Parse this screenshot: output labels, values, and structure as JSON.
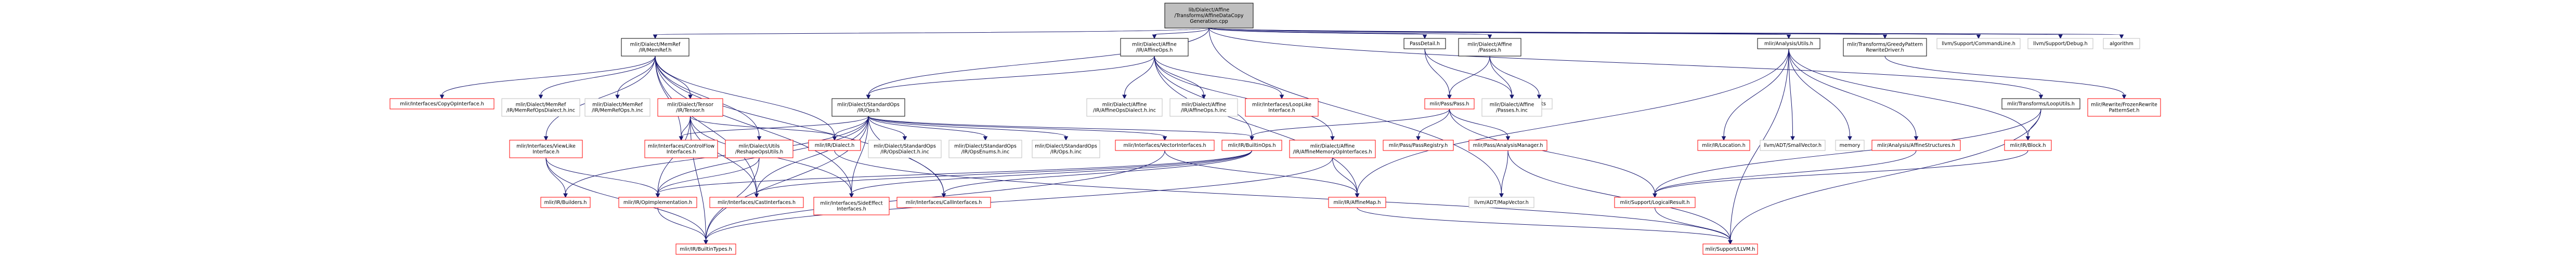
{
  "graph": {
    "nodes": [
      {
        "id": "root",
        "style": "root",
        "lines": [
          "lib/Dialect/Affine",
          "/Transforms/AffineDataCopy",
          "Generation.cpp"
        ]
      },
      {
        "id": "memref",
        "style": "black",
        "lines": [
          "mlir/Dialect/MemRef",
          "/IR/MemRef.h"
        ]
      },
      {
        "id": "affineops",
        "style": "black",
        "lines": [
          "mlir/Dialect/Affine",
          "/IR/AffineOps.h"
        ]
      },
      {
        "id": "passdetail",
        "style": "black",
        "lines": [
          "PassDetail.h"
        ]
      },
      {
        "id": "affinepasses",
        "style": "black",
        "lines": [
          "mlir/Dialect/Affine",
          "/Passes.h"
        ]
      },
      {
        "id": "analysisutils",
        "style": "black",
        "lines": [
          "mlir/Analysis/Utils.h"
        ]
      },
      {
        "id": "greedy",
        "style": "black",
        "lines": [
          "mlir/Transforms/GreedyPattern",
          "RewriteDriver.h"
        ]
      },
      {
        "id": "cmdline",
        "style": "grey",
        "lines": [
          "llvm/Support/CommandLine.h"
        ]
      },
      {
        "id": "debug",
        "style": "grey",
        "lines": [
          "llvm/Support/Debug.h"
        ]
      },
      {
        "id": "algorithm",
        "style": "grey",
        "lines": [
          "algorithm"
        ]
      },
      {
        "id": "copyopif",
        "style": "red",
        "lines": [
          "mlir/Interfaces/CopyOpInterface.h"
        ]
      },
      {
        "id": "memrefdialect",
        "style": "grey",
        "lines": [
          "mlir/Dialect/MemRef",
          "/IR/MemRefOpsDialect.h.inc"
        ]
      },
      {
        "id": "memrefenums",
        "style": "grey",
        "lines": [
          "mlir/Dialect/MemRef",
          "/IR/MemRefOps.h.inc"
        ]
      },
      {
        "id": "tensor",
        "style": "red",
        "lines": [
          "mlir/Dialect/Tensor",
          "/IR/Tensor.h"
        ]
      },
      {
        "id": "stdops",
        "style": "black",
        "lines": [
          "mlir/Dialect/StandardOps",
          "/IR/Ops.h"
        ]
      },
      {
        "id": "affinedialect",
        "style": "grey",
        "lines": [
          "mlir/Dialect/Affine",
          "/IR/AffineOpsDialect.h.inc"
        ]
      },
      {
        "id": "affineopsinc",
        "style": "grey",
        "lines": [
          "mlir/Dialect/Affine",
          "/IR/AffineOps.h.inc"
        ]
      },
      {
        "id": "looplike",
        "style": "red",
        "lines": [
          "mlir/Interfaces/LoopLike",
          "Interface.h"
        ]
      },
      {
        "id": "passpass",
        "style": "red",
        "lines": [
          "mlir/Pass/Pass.h"
        ]
      },
      {
        "id": "limits",
        "style": "grey",
        "lines": [
          "limits"
        ]
      },
      {
        "id": "affinepassesinc",
        "style": "grey",
        "lines": [
          "mlir/Dialect/Affine",
          "/Passes.h.inc"
        ]
      },
      {
        "id": "looputils",
        "style": "black",
        "lines": [
          "mlir/Transforms/LoopUtils.h"
        ]
      },
      {
        "id": "frozen",
        "style": "red",
        "lines": [
          "mlir/Rewrite/FrozenRewrite",
          "PatternSet.h"
        ]
      },
      {
        "id": "viewlike",
        "style": "red",
        "lines": [
          "mlir/Interfaces/ViewLike",
          "Interface.h"
        ]
      },
      {
        "id": "controlflow",
        "style": "red",
        "lines": [
          "mlir/Interfaces/ControlFlow",
          "Interfaces.h"
        ]
      },
      {
        "id": "reshapeops",
        "style": "red",
        "lines": [
          "mlir/Dialect/Utils",
          "/ReshapeOpsUtils.h"
        ]
      },
      {
        "id": "irdialect",
        "style": "red",
        "lines": [
          "mlir/IR/Dialect.h"
        ]
      },
      {
        "id": "stddialectinc",
        "style": "grey",
        "lines": [
          "mlir/Dialect/StandardOps",
          "/IR/OpsDialect.h.inc"
        ]
      },
      {
        "id": "stdenums",
        "style": "grey",
        "lines": [
          "mlir/Dialect/StandardOps",
          "/IR/OpsEnums.h.inc"
        ]
      },
      {
        "id": "stdopsinc",
        "style": "grey",
        "lines": [
          "mlir/Dialect/StandardOps",
          "/IR/Ops.h.inc"
        ]
      },
      {
        "id": "vectorif",
        "style": "red",
        "lines": [
          "mlir/Interfaces/VectorInterfaces.h"
        ]
      },
      {
        "id": "builtinops",
        "style": "red",
        "lines": [
          "mlir/IR/BuiltinOps.h"
        ]
      },
      {
        "id": "affinememop",
        "style": "red",
        "lines": [
          "mlir/Dialect/Affine",
          "/IR/AffineMemoryOpInterfaces.h"
        ]
      },
      {
        "id": "passregistry",
        "style": "red",
        "lines": [
          "mlir/Pass/PassRegistry.h"
        ]
      },
      {
        "id": "analysismanager",
        "style": "red",
        "lines": [
          "mlir/Pass/AnalysisManager.h"
        ]
      },
      {
        "id": "location",
        "style": "red",
        "lines": [
          "mlir/IR/Location.h"
        ]
      },
      {
        "id": "smallvector",
        "style": "grey",
        "lines": [
          "llvm/ADT/SmallVector.h"
        ]
      },
      {
        "id": "memory",
        "style": "grey",
        "lines": [
          "memory"
        ]
      },
      {
        "id": "affinestruct",
        "style": "red",
        "lines": [
          "mlir/Analysis/AffineStructures.h"
        ]
      },
      {
        "id": "block",
        "style": "red",
        "lines": [
          "mlir/IR/Block.h"
        ]
      },
      {
        "id": "builders",
        "style": "red",
        "lines": [
          "mlir/IR/Builders.h"
        ]
      },
      {
        "id": "opimpl",
        "style": "red",
        "lines": [
          "mlir/IR/OpImplementation.h"
        ]
      },
      {
        "id": "castif",
        "style": "red",
        "lines": [
          "mlir/Interfaces/CastInterfaces.h"
        ]
      },
      {
        "id": "sideeffect",
        "style": "red",
        "lines": [
          "mlir/Interfaces/SideEffect",
          "Interfaces.h"
        ]
      },
      {
        "id": "callif",
        "style": "red",
        "lines": [
          "mlir/Interfaces/CallInterfaces.h"
        ]
      },
      {
        "id": "affinemap",
        "style": "red",
        "lines": [
          "mlir/IR/AffineMap.h"
        ]
      },
      {
        "id": "mapvector",
        "style": "grey",
        "lines": [
          "llvm/ADT/MapVector.h"
        ]
      },
      {
        "id": "logicalresult",
        "style": "red",
        "lines": [
          "mlir/Support/LogicalResult.h"
        ]
      },
      {
        "id": "builtintypes",
        "style": "red",
        "lines": [
          "mlir/IR/BuiltinTypes.h"
        ]
      },
      {
        "id": "llvm",
        "style": "red",
        "lines": [
          "mlir/Support/LLVM.h"
        ]
      }
    ]
  }
}
